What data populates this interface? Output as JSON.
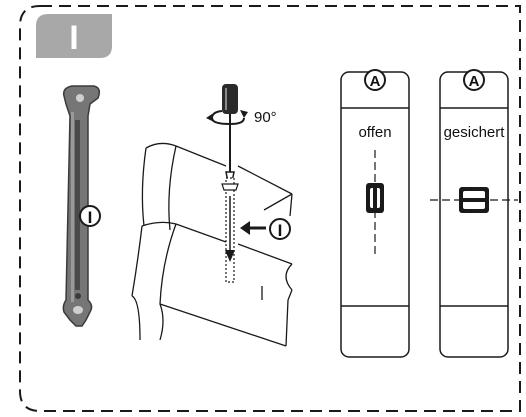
{
  "step_label": "I",
  "part_label": "I",
  "rotation_label": "90°",
  "insert_label": "I",
  "panel_open": {
    "top_label": "A",
    "state_label": "offen"
  },
  "panel_locked": {
    "top_label": "A",
    "state_label": "gesichert"
  },
  "colors": {
    "step_badge": "#a8a8a8",
    "line": "#1a1a1a",
    "part": "#6e6e6e"
  }
}
